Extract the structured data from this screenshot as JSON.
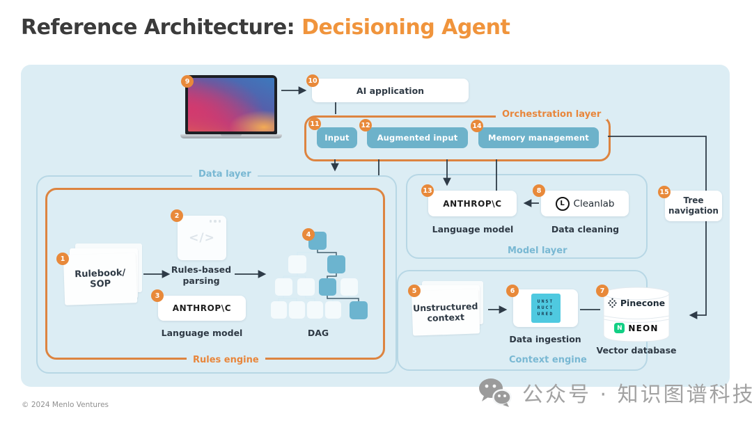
{
  "title": {
    "prefix": "Reference Architecture:",
    "highlight": "Decisioning Agent"
  },
  "diagram": {
    "device": {
      "num": "9"
    },
    "ai_application": {
      "num": "10",
      "label": "AI application"
    },
    "orchestration_layer": {
      "label": "Orchestration layer",
      "input": {
        "num": "11",
        "label": "Input"
      },
      "augmented_input": {
        "num": "12",
        "label": "Augmented input"
      },
      "memory_management": {
        "num": "14",
        "label": "Memory management"
      }
    },
    "data_layer": {
      "label": "Data layer",
      "rules_engine": {
        "label": "Rules engine",
        "rulebook": {
          "num": "1",
          "title_line1": "Rulebook/",
          "title_line2": "SOP"
        },
        "rules_based_parsing": {
          "num": "2",
          "icon_glyph": "</>",
          "label_line1": "Rules-based",
          "label_line2": "parsing"
        },
        "language_model": {
          "num": "3",
          "logo": "ANTHROP\\C",
          "label": "Language model"
        },
        "dag": {
          "num": "4",
          "label": "DAG"
        }
      }
    },
    "model_layer": {
      "label": "Model layer",
      "language_model": {
        "num": "13",
        "logo": "ANTHROP\\C",
        "label": "Language model"
      },
      "data_cleaning": {
        "num": "8",
        "logo": "Cleanlab",
        "label": "Data cleaning"
      }
    },
    "tree_navigation": {
      "num": "15",
      "label_line1": "Tree",
      "label_line2": "navigation"
    },
    "context_engine": {
      "label": "Context engine",
      "unstructured_context": {
        "num": "5",
        "label_line1": "Unstructured",
        "label_line2": "context"
      },
      "data_ingestion": {
        "num": "6",
        "logo_lines": [
          "UNST",
          "RUCT",
          "URED"
        ],
        "label": "Data ingestion"
      },
      "vector_database": {
        "num": "7",
        "logo_pinecone": "Pinecone",
        "logo_neon": "NEON",
        "label": "Vector database"
      }
    }
  },
  "footer": {
    "copyright": "© 2024 Menlo Ventures"
  },
  "watermark": {
    "text": "公众号 · 知识图谱科技"
  },
  "colors": {
    "accent_orange": "#e8893a",
    "frame_orange": "#dd8440",
    "title_orange": "#f0943c",
    "layer_label_blue": "#79b8d3",
    "node_blue": "#6db2ca",
    "panel_bg": "#dcedf4",
    "connector_dark": "#2e3b47",
    "unstructured_cyan": "#4fc9e0",
    "neon_green": "#12cf84"
  }
}
